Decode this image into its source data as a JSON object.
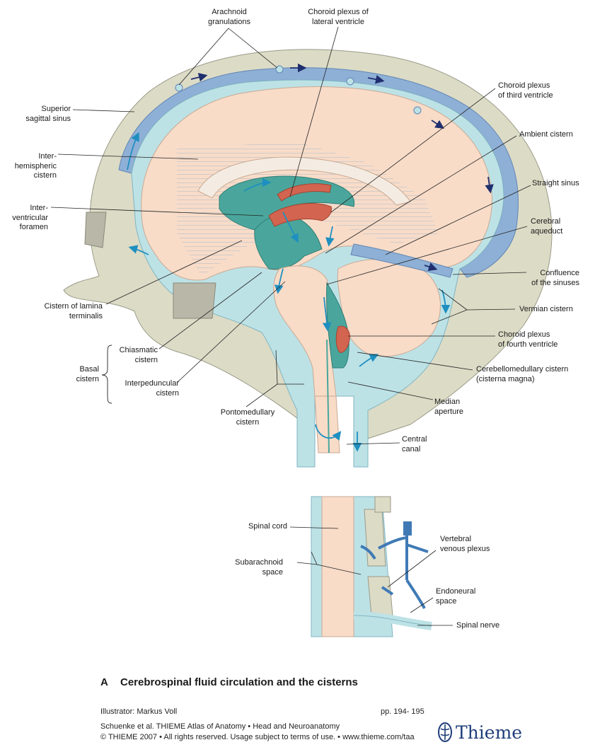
{
  "labels": {
    "arachnoid_granulations": "Arachnoid\ngranulations",
    "choroid_lateral": "Choroid plexus of\nlateral ventricle",
    "choroid_third": "Choroid plexus\nof third ventricle",
    "superior_sagittal_sinus": "Superior\nsagittal sinus",
    "ambient_cistern": "Ambient cistern",
    "interhemispheric_cistern": "Inter-\nhemispheric\ncistern",
    "straight_sinus": "Straight sinus",
    "interventricular_foramen": "Inter-\nventricular\nforamen",
    "cerebral_aqueduct": "Cerebral\naqueduct",
    "confluence_sinuses": "Confluence\nof the sinuses",
    "cistern_lamina_terminalis": "Cistern of lamina\nterminalis",
    "vermian_cistern": "Vermian cistern",
    "choroid_fourth": "Choroid plexus\nof fourth ventricle",
    "basal_cistern": "Basal\ncistern",
    "chiasmatic_cistern": "Chiasmatic\ncistern",
    "interpeduncular_cistern": "Interpeduncular\ncistern",
    "cerebellomedullary_cistern": "Cerebellomedullary cistern\n(cisterna magna)",
    "median_aperture": "Median\naperture",
    "pontomedullary_cistern": "Pontomedullary\ncistern",
    "central_canal": "Central\ncanal",
    "spinal_cord": "Spinal cord",
    "vertebral_venous_plexus": "Vertebral\nvenous plexus",
    "subarachnoid_space": "Subarachnoid\nspace",
    "endoneural_space": "Endoneural\nspace",
    "spinal_nerve": "Spinal nerve"
  },
  "caption": {
    "letter": "A",
    "text": "Cerebrospinal fluid circulation and the cisterns"
  },
  "footer": {
    "illustrator": "Illustrator: Markus Voll",
    "pages": "pp.  194- 195",
    "source": "Schuenke et al. THIEME Atlas of Anatomy  •  Head and Neuroanatomy",
    "copyright": "© THIEME 2007  •  All rights reserved. Usage subject to terms of use.  •  www.thieme.com/taa",
    "brand": "Thieme"
  },
  "colors": {
    "bone": "#dcdbc6",
    "csf": "#bde2e6",
    "sinus": "#8fb0d6",
    "brain": "#f8dcc8",
    "ventricle": "#4aa69c",
    "choroid": "#d26450",
    "arrow": "#1e8fc0",
    "sinus_arrow": "#1f2e6e"
  }
}
